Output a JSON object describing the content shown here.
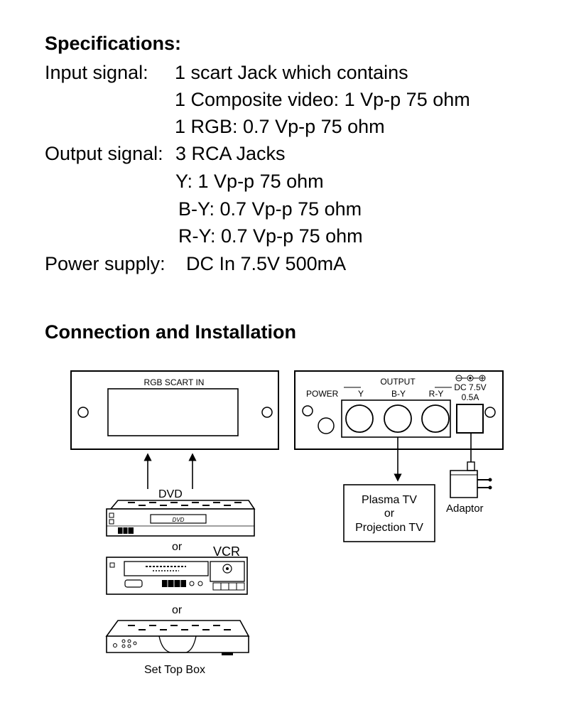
{
  "specs": {
    "title": "Specifications:",
    "input_label": "Input signal:",
    "input_lines": [
      "1 scart Jack which contains",
      "1 Composite video: 1 Vp-p 75 ohm",
      "1 RGB: 0.7 Vp-p 75 ohm"
    ],
    "output_label": "Output signal:",
    "output_lines": [
      "3 RCA Jacks",
      "Y: 1 Vp-p 75 ohm",
      "B-Y: 0.7 Vp-p 75 ohm",
      "R-Y: 0.7 Vp-p 75 ohm"
    ],
    "power_label": "Power supply:",
    "power_value": "DC In 7.5V 500mA"
  },
  "connection": {
    "title": "Connection and Installation",
    "scart_panel_label": "RGB SCART IN",
    "power_label": "POWER",
    "output_label": "OUTPUT",
    "jack_labels": [
      "Y",
      "B-Y",
      "R-Y"
    ],
    "dc_label": "DC 7.5V",
    "dc_current": "0.5A",
    "tv_lines": [
      "Plasma TV",
      "or",
      "Projection TV"
    ],
    "adaptor_label": "Adaptor",
    "dvd_label": "DVD",
    "dvd_badge": "DVD",
    "or_1": "or",
    "vcr_label": "VCR",
    "or_2": "or",
    "stb_label": "Set Top Box"
  }
}
